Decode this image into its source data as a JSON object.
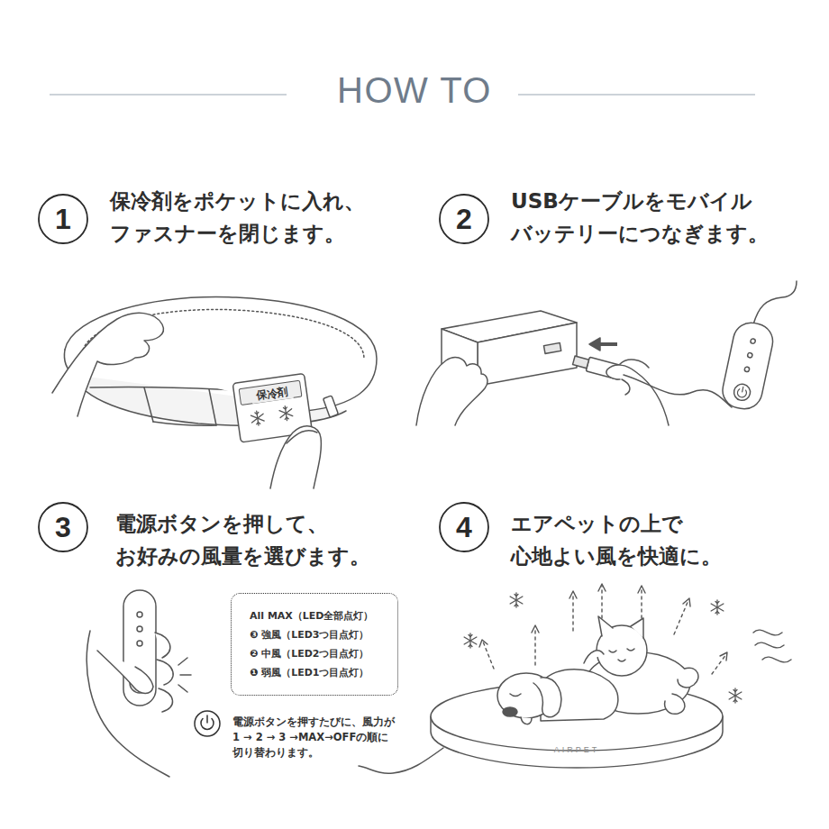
{
  "diagram": {
    "title": "HOW TO",
    "nodes": [
      {
        "text": [
          "1"
        ]
      },
      {
        "text": [
          "2"
        ]
      },
      {
        "text": [
          "3"
        ]
      },
      {
        "text": [
          "4"
        ]
      },
      {
        "text": [
          "All MAX（LED全部点灯）",
          "❸ 強風（LED3つ目点灯）",
          "❷ 中風（LED2つ目点灯）",
          "❶ 弱風（LED1つ目点灯）"
        ]
      }
    ],
    "labels": [
      "保冷剤をポケットに入れ、 ファスナーを閉じます。",
      "保冷剤",
      "USBケーブルをモバイル バッテリーにつなぎます。",
      "電源ボタンを押して、 お好みの風量を選びます。",
      "電源ボタンを押すたびに、風力が 1 → 2 → 3 →MAX→OFFの順に 切り替わります。",
      "エアペットの上で 心地よい風を快適に。",
      "AIRPET"
    ]
  }
}
